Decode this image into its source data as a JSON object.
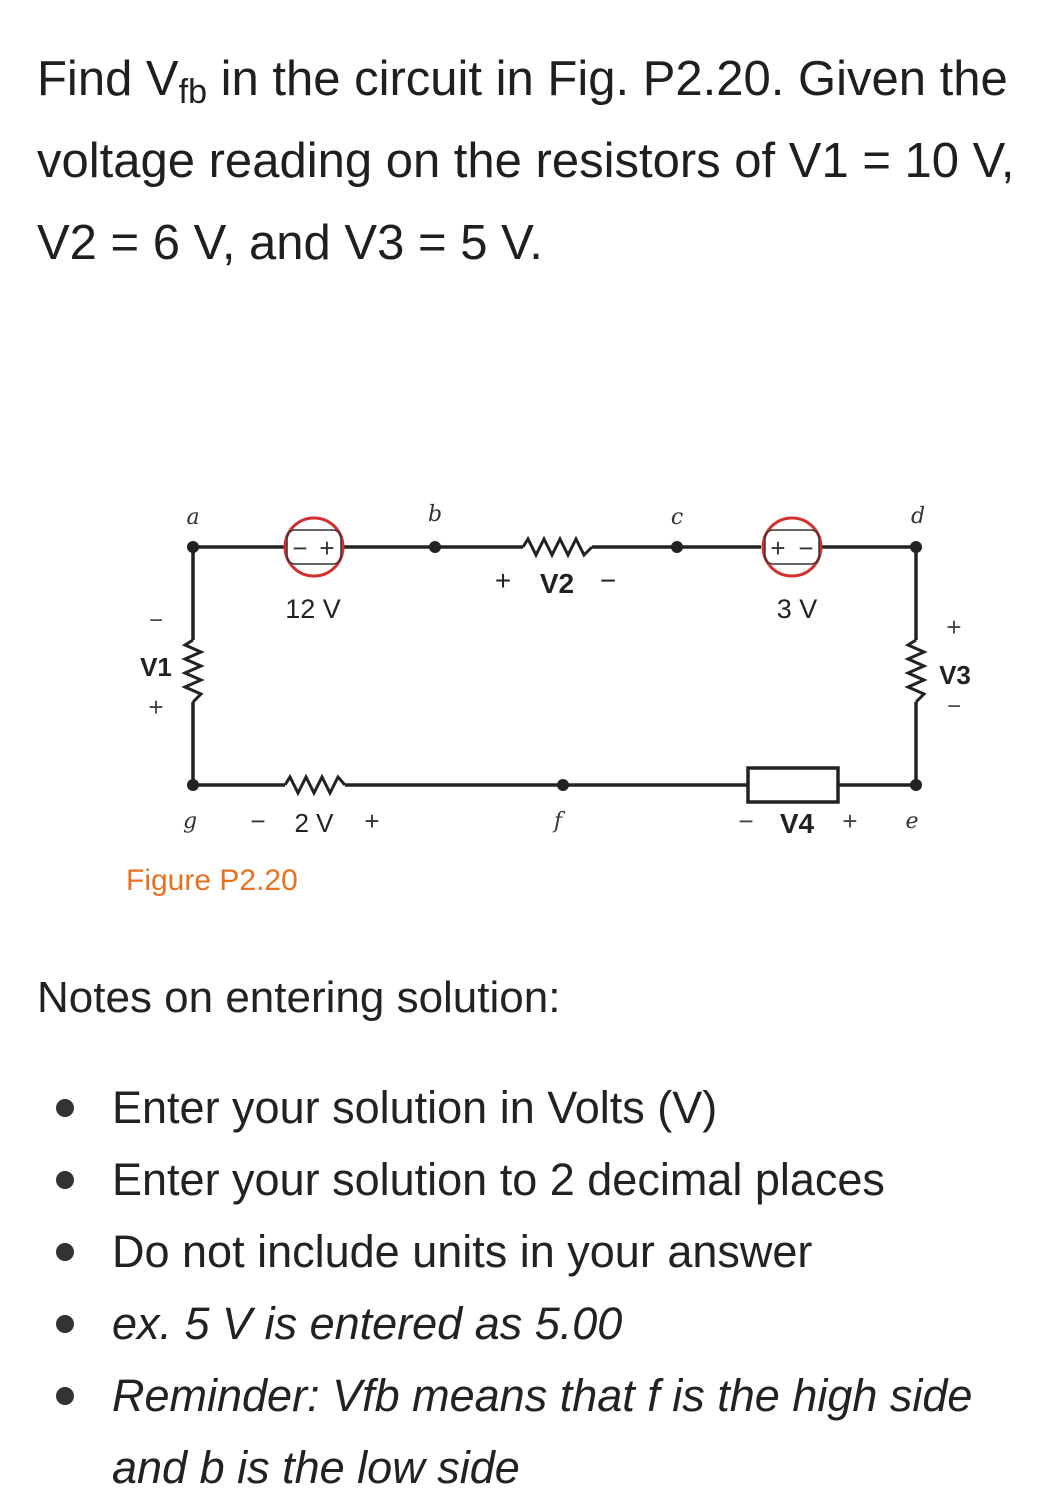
{
  "question": {
    "text_before": "Find V",
    "subscript": "fb",
    "text_after": " in the circuit in Fig. P2.20. Given the voltage reading on the resistors of V1 = 10 V, V2 = 6 V, and V3 = 5 V."
  },
  "figure": {
    "caption": "Figure P2.20",
    "caption_color": "#e8711f",
    "source_ring_color": "#d32f2f",
    "nodes": {
      "a": "a",
      "b": "b",
      "c": "c",
      "d": "d",
      "e": "e",
      "f": "f",
      "g": "g"
    },
    "source_12v": {
      "polarity_left": "−",
      "polarity_right": "+",
      "label": "12 V"
    },
    "source_3v": {
      "polarity_left": "+",
      "polarity_right": "−",
      "label": "3 V"
    },
    "v1": {
      "label": "V1",
      "top_sign": "−",
      "bottom_sign": "+"
    },
    "v2": {
      "label": "V2",
      "plus_sign": "+",
      "minus_sign": "−"
    },
    "v3": {
      "label": "V3",
      "top_sign": "+",
      "bottom_sign": "−"
    },
    "v4": {
      "label": "V4",
      "minus_sign": "−",
      "plus_sign": "+"
    },
    "r_2v": {
      "label": "2 V",
      "minus_sign": "−",
      "plus_sign": "+"
    }
  },
  "notes": {
    "heading": "Notes on entering solution:",
    "items": [
      "Enter your solution in Volts (V)",
      "Enter your solution to 2 decimal places",
      "Do not include units in your answer",
      "ex. 5 V is entered as 5.00",
      "Reminder: Vfb means that f is the high side and b is the low side"
    ]
  }
}
